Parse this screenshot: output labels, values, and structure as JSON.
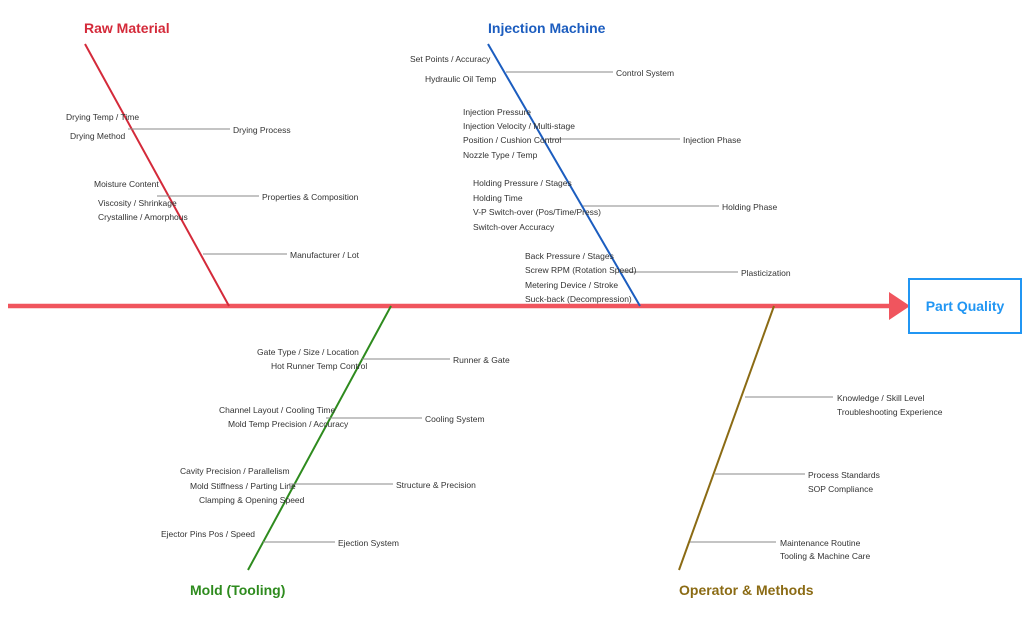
{
  "head": "Part Quality",
  "colors": {
    "spine": "#f0555e",
    "raw": "#d42a3a",
    "machine": "#1c5dbf",
    "mold": "#2e8b1e",
    "operator": "#8b6b14",
    "head": "#2196f3"
  },
  "categories": {
    "raw": {
      "title": "Raw Material",
      "groups": [
        {
          "label": "Drying Process",
          "items": [
            "Drying Temp / Time",
            "Drying Method"
          ]
        },
        {
          "label": "Properties & Composition",
          "items": [
            "Moisture Content",
            "Viscosity / Shrinkage",
            "Crystalline / Amorphous"
          ]
        },
        {
          "label": "Manufacturer / Lot",
          "items": []
        }
      ]
    },
    "machine": {
      "title": "Injection Machine",
      "groups": [
        {
          "label": "Control System",
          "items": [
            "Set Points / Accuracy",
            "Hydraulic Oil Temp"
          ]
        },
        {
          "label": "Injection Phase",
          "items": [
            "Injection Pressure",
            "Injection Velocity / Multi-stage",
            "Position / Cushion Control",
            "Nozzle Type / Temp"
          ]
        },
        {
          "label": "Holding Phase",
          "items": [
            "Holding Pressure / Stages",
            "Holding Time",
            "V-P Switch-over (Pos/Time/Press)",
            "Switch-over Accuracy"
          ]
        },
        {
          "label": "Plasticization",
          "items": [
            "Back Pressure / Stages",
            "Screw RPM (Rotation Speed)",
            "Metering Device / Stroke",
            "Suck-back (Decompression)"
          ]
        }
      ]
    },
    "mold": {
      "title": "Mold (Tooling)",
      "groups": [
        {
          "label": "Runner & Gate",
          "items": [
            "Gate Type / Size / Location",
            "Hot Runner Temp Control"
          ]
        },
        {
          "label": "Cooling System",
          "items": [
            "Channel Layout / Cooling Time",
            "Mold Temp Precision / Accuracy"
          ]
        },
        {
          "label": "Structure & Precision",
          "items": [
            "Cavity Precision / Parallelism",
            "Mold Stiffness / Parting Line",
            "Clamping & Opening Speed"
          ]
        },
        {
          "label": "Ejection System",
          "items": [
            "Ejector Pins Pos / Speed"
          ]
        }
      ]
    },
    "operator": {
      "title": "Operator & Methods",
      "groups": [
        {
          "label": "",
          "items": [
            "Knowledge / Skill Level",
            "Troubleshooting Experience"
          ]
        },
        {
          "label": "",
          "items": [
            "Process Standards",
            "SOP Compliance"
          ]
        },
        {
          "label": "",
          "items": [
            "Maintenance Routine",
            "Tooling & Machine Care"
          ]
        }
      ]
    }
  }
}
